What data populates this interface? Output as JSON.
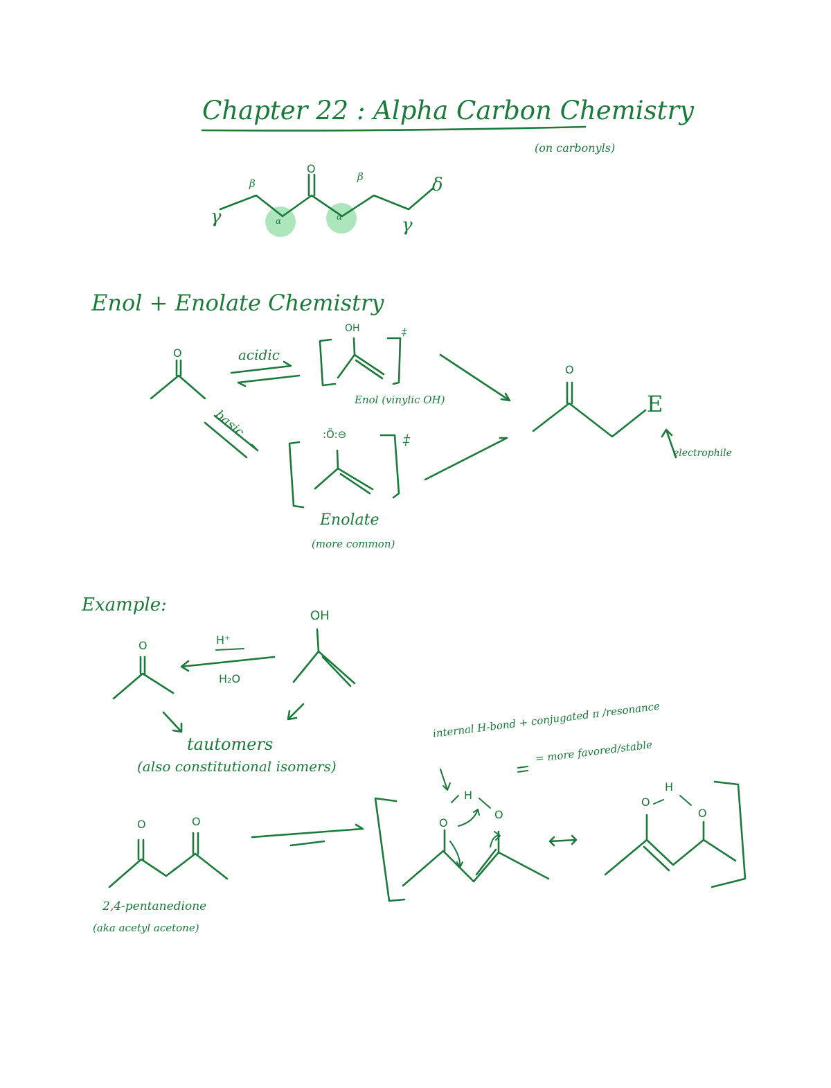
{
  "title": "Chapter 22 : Alpha Carbon Chemistry",
  "subtitle": "(on carbonyls)",
  "chain": {
    "oxygen": "O",
    "beta_left": "β",
    "beta_right": "β",
    "alpha_left": "α",
    "alpha_right": "α",
    "gamma_left": "γ",
    "gamma_right": "γ",
    "delta": "δ"
  },
  "enol_section": {
    "heading": "Enol + Enolate Chemistry",
    "ketone_o": "O",
    "acidic": "acidic",
    "basic": "basic",
    "enol_oh": "OH",
    "enol_charge": "‡",
    "enol_caption": "Enol (vinylic OH)",
    "enolate_o": ":Ö:⊖",
    "enolate_charge": "‡",
    "enolate_caption": "Enolate",
    "enolate_note": "(more common)",
    "product_o": "O",
    "product_e": "E",
    "electrophile": "electrophile"
  },
  "example": {
    "heading": "Example:",
    "ketone_o": "O",
    "enol_oh": "OH",
    "reagent_top": "H⁺",
    "reagent_bottom": "H₂O",
    "tautomers": "tautomers",
    "tautomers_note": "(also constitutional isomers)",
    "dione_o1": "O",
    "dione_o2": "O",
    "dione_name": "2,4-pentanedione",
    "dione_aka": "(aka acetyl acetone)",
    "note_line1": "internal H-bond + conjugated π /resonance",
    "note_line2": "= more favored/stable",
    "enol1_h": "H",
    "enol1_o_left": "O",
    "enol1_o_right": "O",
    "enol2_o_left": "O",
    "enol2_h": "H",
    "enol2_o_right": "O",
    "resonance_arrow": "↔"
  }
}
